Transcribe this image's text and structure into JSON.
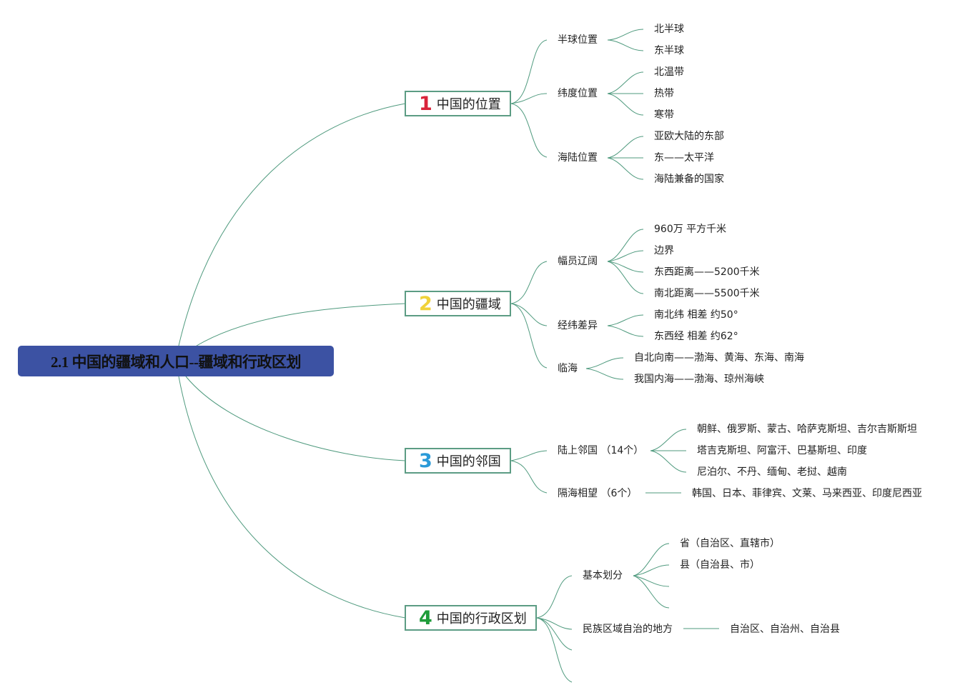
{
  "root": {
    "title": "2.1 中国的疆域和人口--疆域和行政区划",
    "color": "#3c52a3"
  },
  "branches": [
    {
      "number": "1",
      "number_color": "#d9233a",
      "label": "中国的位置",
      "children": [
        {
          "label": "半球位置",
          "items": [
            "北半球",
            "东半球"
          ]
        },
        {
          "label": "纬度位置",
          "items": [
            "北温带",
            "热带",
            "寒带"
          ]
        },
        {
          "label": "海陆位置",
          "items": [
            "亚欧大陆的东部",
            "东——太平洋",
            "海陆兼备的国家"
          ]
        }
      ]
    },
    {
      "number": "2",
      "number_color": "#f0d23a",
      "label": "中国的疆域",
      "children": [
        {
          "label": "幅员辽阔",
          "items": [
            "960万 平方千米",
            "边界",
            "东西距离——5200千米",
            "南北距离——5500千米"
          ]
        },
        {
          "label": "经纬差异",
          "items": [
            "南北纬 相差 约50°",
            "东西经 相差 约62°"
          ]
        },
        {
          "label": "临海",
          "items": [
            "自北向南——渤海、黄海、东海、南海",
            "我国内海——渤海、琼州海峡"
          ]
        }
      ]
    },
    {
      "number": "3",
      "number_color": "#2a9ad8",
      "label": "中国的邻国",
      "children": [
        {
          "label": "陆上邻国 （14个）",
          "items": [
            "朝鲜、俄罗斯、蒙古、哈萨克斯坦、吉尔吉斯斯坦",
            "塔吉克斯坦、阿富汗、巴基斯坦、印度",
            "尼泊尔、不丹、缅甸、老挝、越南"
          ]
        },
        {
          "label": "隔海相望 （6个）",
          "items": [
            "韩国、日本、菲律宾、文莱、马来西亚、印度尼西亚"
          ]
        }
      ]
    },
    {
      "number": "4",
      "number_color": "#1f9c3a",
      "label": "中国的行政区划",
      "children": [
        {
          "label": "基本划分",
          "items": [
            "省（自治区、直辖市）",
            "县（自治县、市）"
          ]
        },
        {
          "label": "民族区域自治的地方",
          "items": [
            "自治区、自治州、自治县"
          ]
        }
      ]
    }
  ]
}
